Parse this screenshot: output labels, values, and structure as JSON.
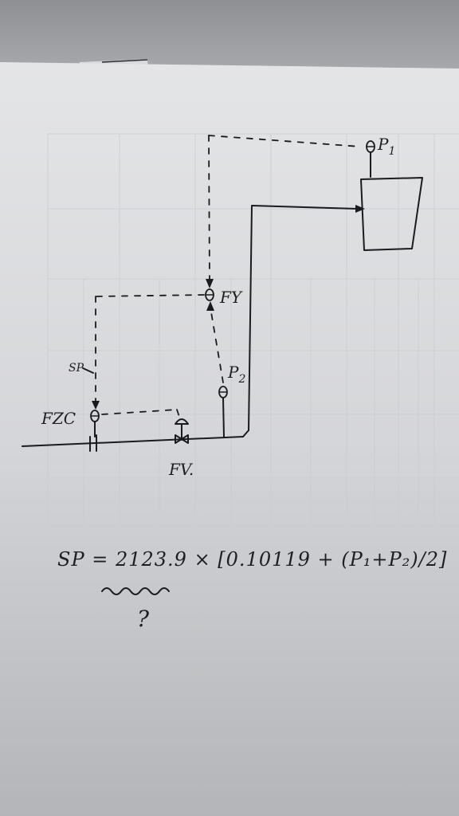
{
  "sketch": {
    "labels": {
      "p1": "P",
      "p1_sub": "1",
      "fy": "FY",
      "p2": "P",
      "p2_sub": "2",
      "sp": "SP",
      "fzc": "FZC",
      "fv": "FV."
    },
    "equation": "SP = 2123.9 × [0.10119 + (P₁+P₂)/2]",
    "question_mark": "?"
  }
}
